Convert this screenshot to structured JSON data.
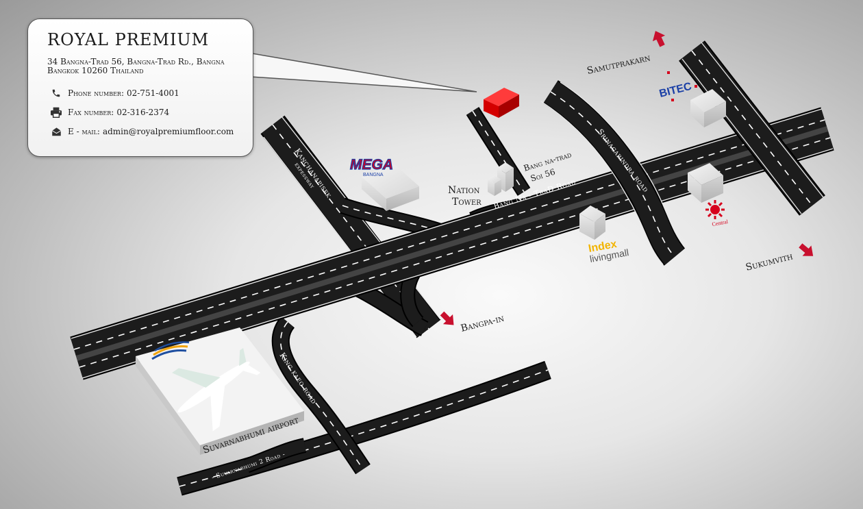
{
  "info": {
    "brand": "ROYAL PREMIUM",
    "address_line1": "34 Bangna-Trad 56, Bangna-Trad Rd., Bangna",
    "address_line2": "Bangkok 10260 Thailand",
    "phone_label": "Phone number:",
    "phone_value": "02-751-4001",
    "fax_label": "Fax number:",
    "fax_value": "02-316-2374",
    "email_label": "E - mail:",
    "email_value": "admin@royalpremiumfloor.com"
  },
  "roads": {
    "bangna_trad": "Bang Na - TraD Road",
    "kanchanapisek_1": "Kanchanapisek",
    "kanchanapisek_2": "expessway",
    "srinagarindra": "Srinagarindra road",
    "soi_1": "Bang na-trad",
    "soi_2": "Soi 56",
    "king_kaeo": "King kaeo road",
    "suvarnabhumi_2": "- Suvarnabhumi 2 Road -"
  },
  "places": {
    "nation_1": "Nation",
    "nation_2": "Tower",
    "airport": "Suvarnabhumi airport"
  },
  "directions": {
    "samutprakarn": "Samutprakarn",
    "sukumvith": "Sukumvith",
    "bangpa_in": "Bangpa-in"
  },
  "logos": {
    "mega": "MEGA",
    "mega_sub": "BANGNA",
    "index": "Index",
    "index_sub": "livingmall",
    "bitec": "BITEC",
    "central": "Central"
  },
  "icons": {
    "phone": "phone-icon",
    "fax": "fax-icon",
    "email": "envelope-icon",
    "arrow": "arrow-icon"
  },
  "colors": {
    "road": "#1c1c1c",
    "marker": "#e00000",
    "arrow": "#c8102e",
    "mega_blue": "#1a3fa6",
    "mega_red": "#d6001c",
    "index_yellow": "#f2b400",
    "bitec_blue": "#1a3fa6",
    "central_red": "#d6001c"
  }
}
